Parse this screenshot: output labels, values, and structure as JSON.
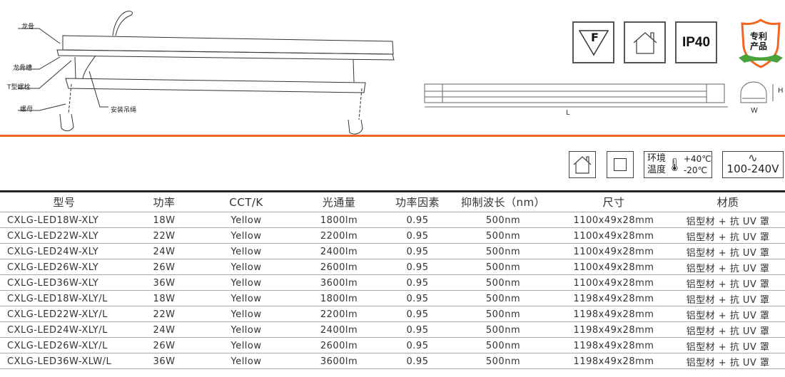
{
  "diagram": {
    "labels": [
      "龙骨",
      "龙骨槽",
      "T型螺栓",
      "螺母",
      "安装吊绳"
    ]
  },
  "icons": {
    "f_mark": "F",
    "indoor": "house-icon",
    "ip": "IP40",
    "badge_line1": "专利",
    "badge_line2": "产品"
  },
  "dims": {
    "L": "L",
    "H": "H",
    "W": "W"
  },
  "specs": {
    "temp_label1": "环境",
    "temp_label2": "温度",
    "temp_high": "+40℃",
    "temp_low": "-20℃",
    "voltage": "100-240V"
  },
  "colors": {
    "accent": "#f26522"
  },
  "table": {
    "headers": [
      "型号",
      "功率",
      "CCT/K",
      "光通量",
      "功率因素",
      "抑制波长（nm）",
      "尺寸",
      "材质"
    ],
    "rows": [
      [
        "CXLG-LED18W-XLY",
        "18W",
        "Yellow",
        "1800lm",
        "0.95",
        "500nm",
        "1100x49x28mm",
        "铝型材 + 抗 UV 罩"
      ],
      [
        "CXLG-LED22W-XLY",
        "22W",
        "Yellow",
        "2200lm",
        "0.95",
        "500nm",
        "1100x49x28mm",
        "铝型材 + 抗 UV 罩"
      ],
      [
        "CXLG-LED24W-XLY",
        "24W",
        "Yellow",
        "2400lm",
        "0.95",
        "500nm",
        "1100x49x28mm",
        "铝型材 + 抗 UV 罩"
      ],
      [
        "CXLG-LED26W-XLY",
        "26W",
        "Yellow",
        "2600lm",
        "0.95",
        "500nm",
        "1100x49x28mm",
        "铝型材 + 抗 UV 罩"
      ],
      [
        "CXLG-LED36W-XLY",
        "36W",
        "Yellow",
        "3600lm",
        "0.95",
        "500nm",
        "1100x49x28mm",
        "铝型材 + 抗 UV 罩"
      ],
      [
        "CXLG-LED18W-XLY/L",
        "18W",
        "Yellow",
        "1800lm",
        "0.95",
        "500nm",
        "1198x49x28mm",
        "铝型材 + 抗 UV 罩"
      ],
      [
        "CXLG-LED22W-XLY/L",
        "22W",
        "Yellow",
        "2200lm",
        "0.95",
        "500nm",
        "1198x49x28mm",
        "铝型材 + 抗 UV 罩"
      ],
      [
        "CXLG-LED24W-XLY/L",
        "24W",
        "Yellow",
        "2400lm",
        "0.95",
        "500nm",
        "1198x49x28mm",
        "铝型材 + 抗 UV 罩"
      ],
      [
        "CXLG-LED26W-XLY/L",
        "26W",
        "Yellow",
        "2600lm",
        "0.95",
        "500nm",
        "1198x49x28mm",
        "铝型材 + 抗 UV 罩"
      ],
      [
        "CXLG-LED36W-XLW/L",
        "36W",
        "Yellow",
        "3600lm",
        "0.95",
        "500nm",
        "1198x49x28mm",
        "铝型材 + 抗 UV 罩"
      ]
    ]
  }
}
